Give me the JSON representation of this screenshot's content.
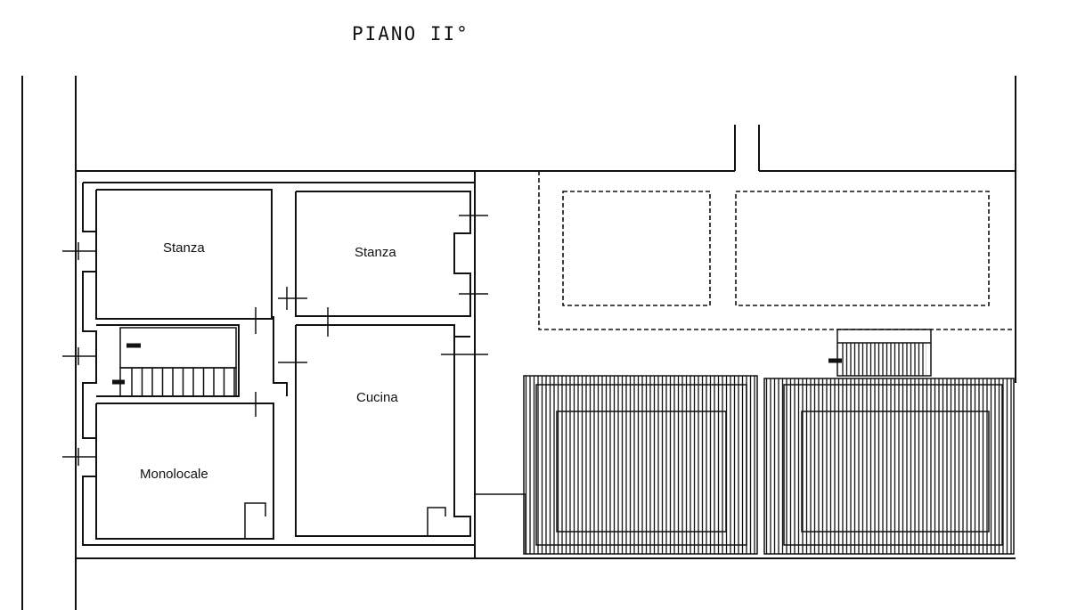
{
  "title": "PIANO II°",
  "rooms": {
    "stanza_1": "Stanza",
    "stanza_2": "Stanza",
    "cucina": "Cucina",
    "monolocale": "Monolocale"
  }
}
